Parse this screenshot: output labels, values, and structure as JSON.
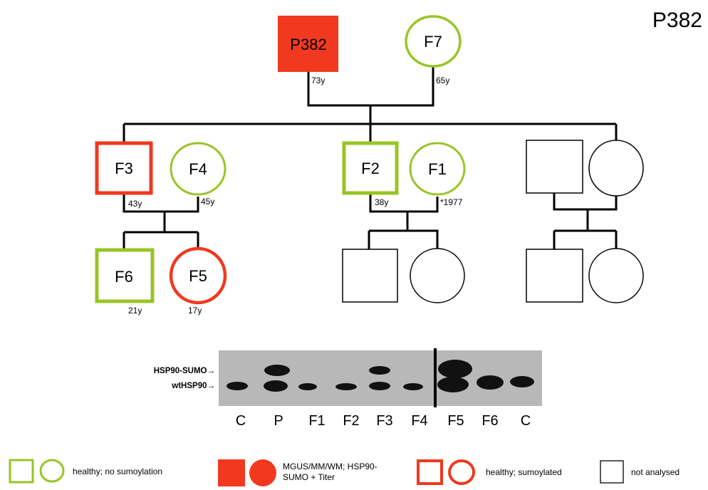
{
  "title": "P382",
  "colors": {
    "healthy": "#99c426",
    "affected": "#f0391f",
    "line": "#000000",
    "blot": "#b8b8b8",
    "band": "#111111"
  },
  "individuals": {
    "p382": {
      "label": "P382",
      "age": "73y",
      "status": "affected"
    },
    "f7": {
      "label": "F7",
      "age": "65y",
      "status": "healthy"
    },
    "f3": {
      "label": "F3",
      "age": "43y",
      "status": "sumoylated"
    },
    "f4": {
      "label": "F4",
      "age": "45y",
      "status": "healthy"
    },
    "f2": {
      "label": "F2",
      "age": "38y",
      "status": "healthy"
    },
    "f1": {
      "label": "F1",
      "age": "*1977",
      "status": "healthy"
    },
    "f6": {
      "label": "F6",
      "age": "21y",
      "status": "healthy"
    },
    "f5": {
      "label": "F5",
      "age": "17y",
      "status": "sumoylated"
    }
  },
  "blot": {
    "band_labels": [
      "HSP90-SUMO→",
      "wtHSP90→"
    ],
    "lanes": [
      "C",
      "P",
      "F1",
      "F2",
      "F3",
      "F4",
      "F5",
      "F6",
      "C"
    ]
  },
  "legend": [
    {
      "text": "healthy; no sumoylation",
      "style": "healthy"
    },
    {
      "text": "MGUS/MM/WM; HSP90-SUMO + Titer",
      "style": "affected"
    },
    {
      "text": "healthy; sumoylated",
      "style": "sumoylated"
    },
    {
      "text": "not analysed",
      "style": "none"
    }
  ]
}
